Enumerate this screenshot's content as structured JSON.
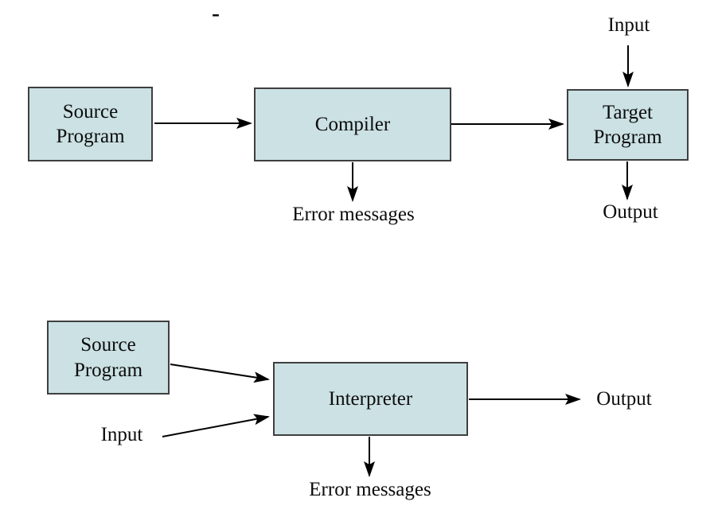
{
  "page": {
    "background": "#ffffff"
  },
  "marks": {
    "top_dash": "-"
  },
  "colors": {
    "box_fill": "#cbe1e4",
    "box_border": "#3f3f3f",
    "arrow_color": "#000000",
    "text_color": "#0c0c0c"
  },
  "compiler_diagram": {
    "boxes": {
      "source": "Source Program",
      "compiler": "Compiler",
      "target": "Target Program"
    },
    "labels": {
      "input": "Input",
      "error": "Error messages",
      "output": "Output"
    }
  },
  "interpreter_diagram": {
    "boxes": {
      "source": "Source Program",
      "interpreter": "Interpreter"
    },
    "labels": {
      "input": "Input",
      "output": "Output",
      "error": "Error messages"
    }
  }
}
